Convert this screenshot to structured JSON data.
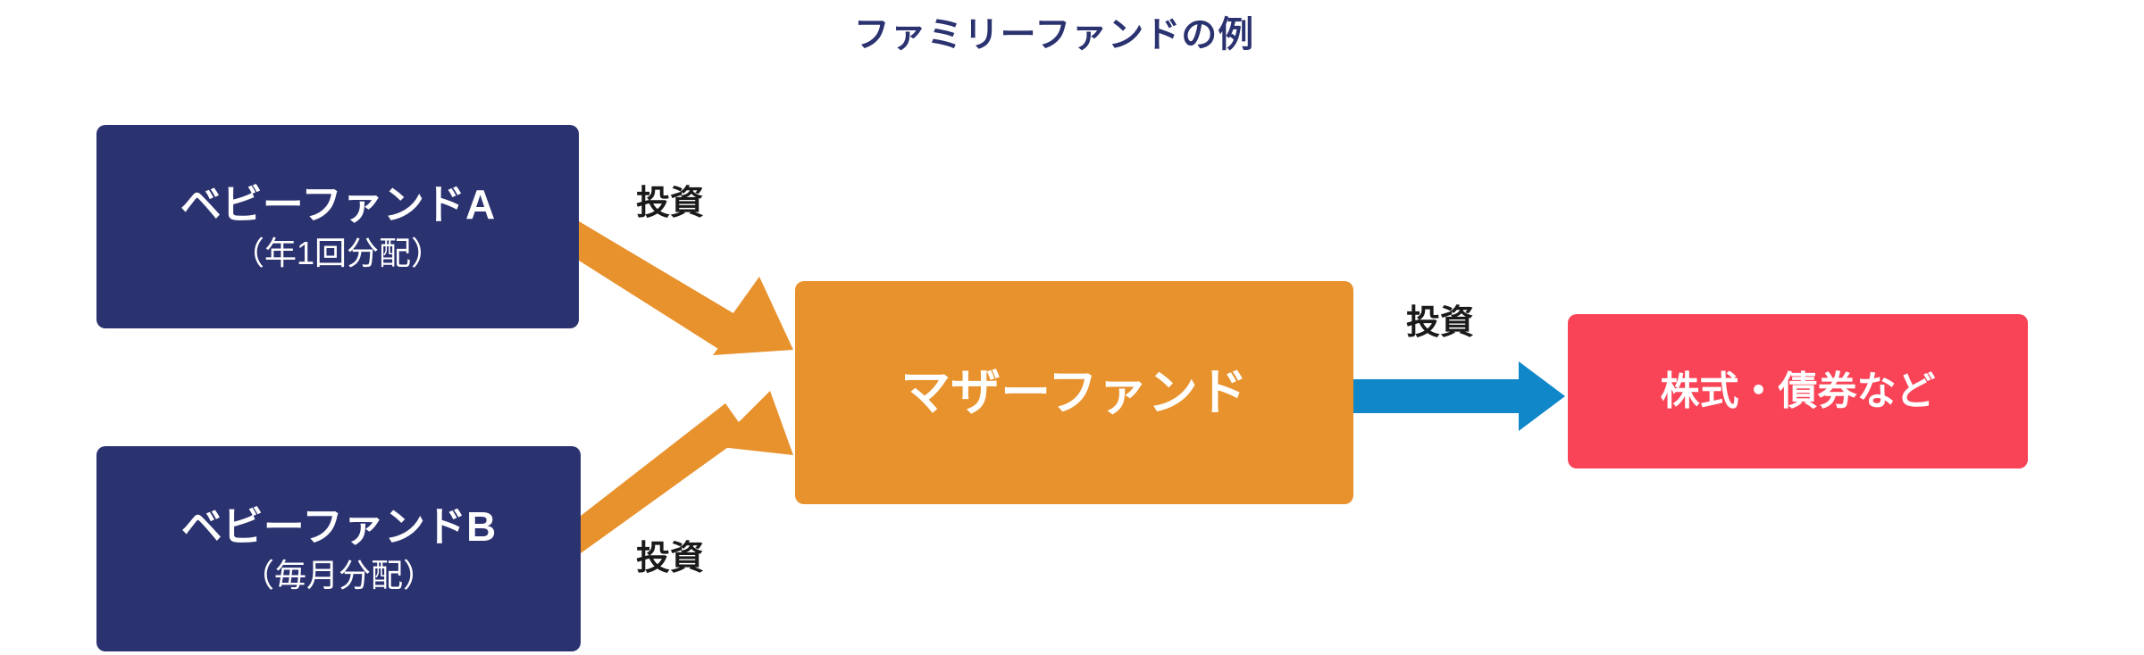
{
  "title": "ファミリーファンドの例",
  "colors": {
    "title": "#2B3270",
    "baby_fund": "#2B3270",
    "mother_fund": "#E8922E",
    "assets": "#F94458",
    "arrow_orange": "#E8922E",
    "arrow_blue": "#1087C8",
    "label_text": "#1a1a1a",
    "background": "#FFFFFF"
  },
  "nodes": {
    "baby_a": {
      "title": "ベビーファンドA",
      "subtitle": "（年1回分配）"
    },
    "baby_b": {
      "title": "ベビーファンドB",
      "subtitle": "（毎月分配）"
    },
    "mother": {
      "title": "マザーファンド"
    },
    "assets": {
      "title": "株式・債券など"
    }
  },
  "edges": {
    "baby_a_to_mother": {
      "label": "投資"
    },
    "baby_b_to_mother": {
      "label": "投資"
    },
    "mother_to_assets": {
      "label": "投資"
    }
  },
  "chart_data": {
    "type": "diagram",
    "title": "ファミリーファンドの例",
    "nodes": [
      {
        "id": "baby_a",
        "label": "ベビーファンドA（年1回分配）",
        "color": "#2B3270"
      },
      {
        "id": "baby_b",
        "label": "ベビーファンドB（毎月分配）",
        "color": "#2B3270"
      },
      {
        "id": "mother",
        "label": "マザーファンド",
        "color": "#E8922E"
      },
      {
        "id": "assets",
        "label": "株式・債券など",
        "color": "#F94458"
      }
    ],
    "edges": [
      {
        "from": "baby_a",
        "to": "mother",
        "label": "投資",
        "color": "#E8922E"
      },
      {
        "from": "baby_b",
        "to": "mother",
        "label": "投資",
        "color": "#E8922E"
      },
      {
        "from": "mother",
        "to": "assets",
        "label": "投資",
        "color": "#1087C8"
      }
    ]
  }
}
